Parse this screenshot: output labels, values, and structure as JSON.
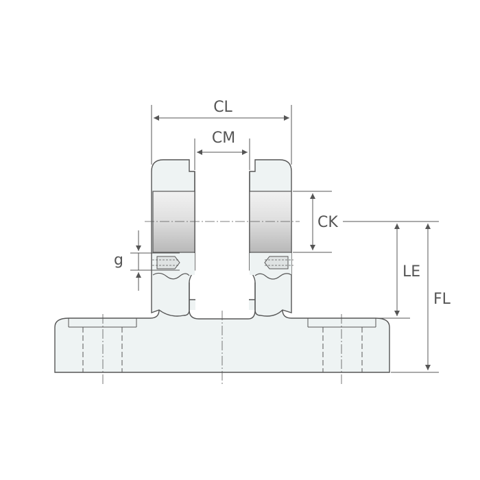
{
  "labels": {
    "cl": "CL",
    "cm": "CM",
    "ck": "CK",
    "le": "LE",
    "fl": "FL",
    "g": "g"
  },
  "colors": {
    "outline": "#555555",
    "fill": "#eef3f3",
    "bushing": "#d4d4d4",
    "dimension": "#555555"
  }
}
